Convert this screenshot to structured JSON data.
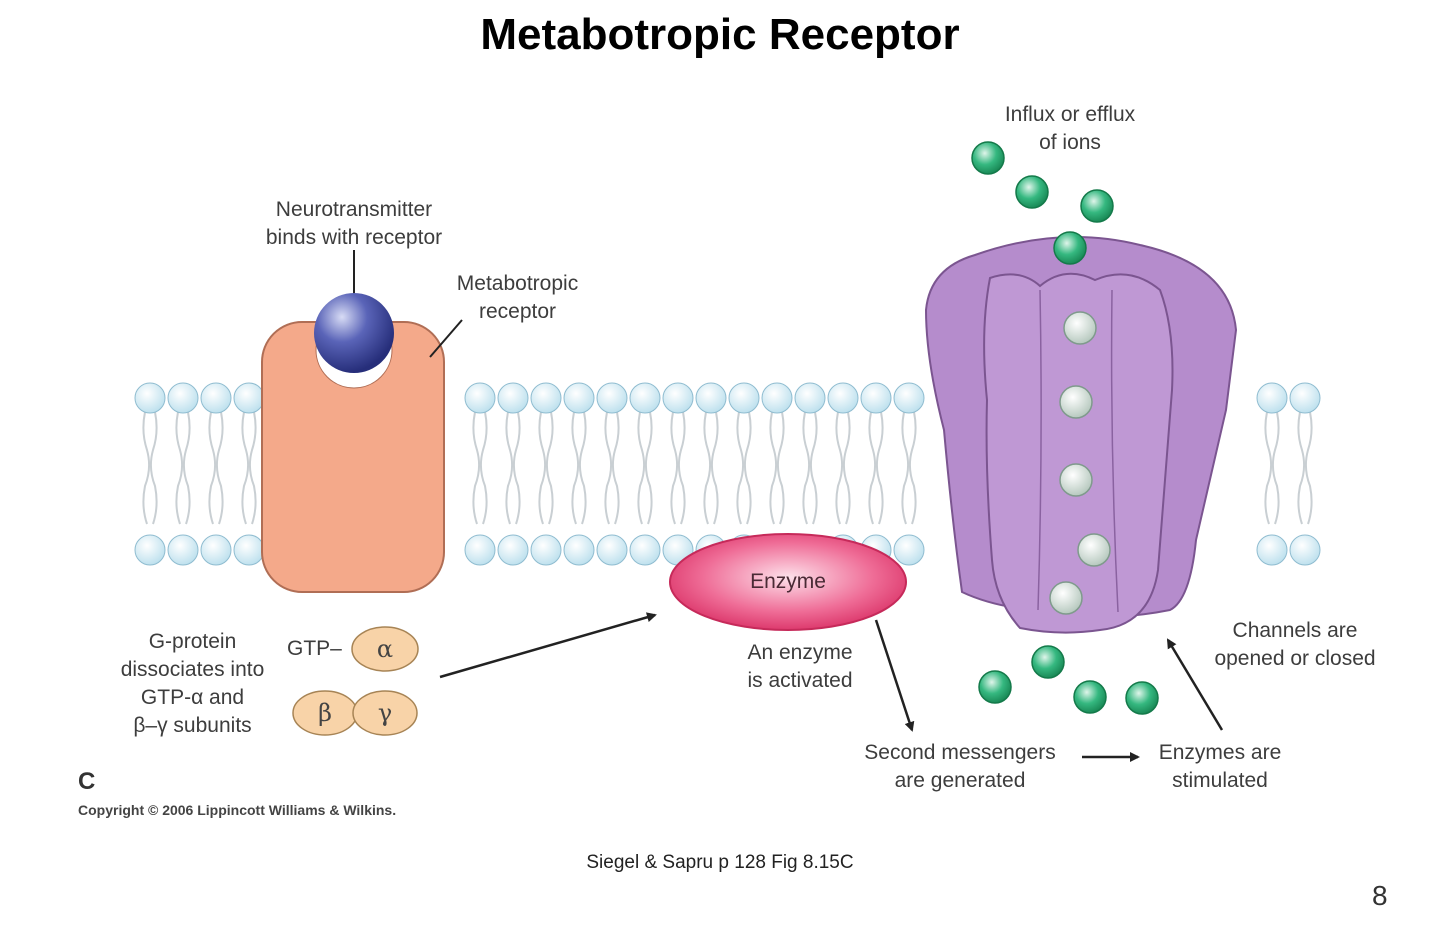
{
  "title": "Metabotropic Receptor",
  "labels": {
    "neurotransmitter": [
      "Neurotransmitter",
      "binds with receptor"
    ],
    "metabotropic_receptor": [
      "Metabotropic",
      "receptor"
    ],
    "influx": [
      "Influx or efflux",
      "of ions"
    ],
    "gprotein": [
      "G-protein",
      "dissociates into",
      "GTP-α and",
      "β–γ subunits"
    ],
    "gtp_prefix": "GTP–",
    "enzyme": "Enzyme",
    "enzyme_activated": [
      "An enzyme",
      "is activated"
    ],
    "second_messengers": [
      "Second messengers",
      "are generated"
    ],
    "enzymes_stimulated": [
      "Enzymes are",
      "stimulated"
    ],
    "channels": [
      "Channels are",
      "opened or closed"
    ]
  },
  "subunits": {
    "alpha": "α",
    "beta": "β",
    "gamma": "γ"
  },
  "panel_letter": "C",
  "copyright": "Copyright © 2006 Lippincott Williams & Wilkins.",
  "caption": "Siegel & Sapru p 128 Fig  8.15C",
  "page_number": "8",
  "colors": {
    "receptor": "#f4a98a",
    "neurotransmitter": "#4a55a8",
    "channel": "#b58ccc",
    "enzyme": "#e8457a",
    "ion": "#2fb07a",
    "phospholipid_head": "#dff0f7",
    "subunit": "#f8d3a8"
  }
}
